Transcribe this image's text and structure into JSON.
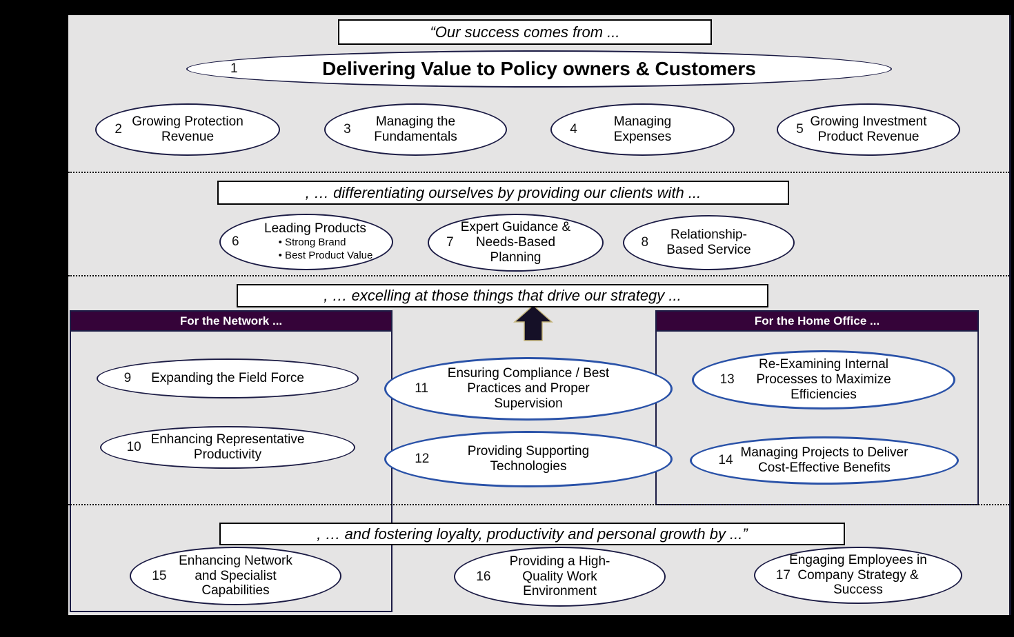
{
  "banners": {
    "success": "“Our success comes from ...",
    "differentiating": ", … differentiating ourselves by providing our clients with ...",
    "excelling": ", … excelling at those things that drive our strategy ...",
    "fostering": ", … and fostering loyalty, productivity and personal growth by ...”"
  },
  "groups": {
    "network": "For the Network ...",
    "home_office": "For the Home Office ..."
  },
  "nodes": [
    {
      "number": "1",
      "label": "Delivering Value to Policy owners & Customers"
    },
    {
      "number": "2",
      "label": "Growing Protection Revenue"
    },
    {
      "number": "3",
      "label": "Managing the Fundamentals"
    },
    {
      "number": "4",
      "label": "Managing Expenses"
    },
    {
      "number": "5",
      "label": "Growing Investment Product Revenue"
    },
    {
      "number": "6",
      "label": "Leading Products",
      "bullets": [
        "•  Strong Brand",
        "•  Best Product Value"
      ]
    },
    {
      "number": "7",
      "label": "Expert Guidance & Needs-Based Planning"
    },
    {
      "number": "8",
      "label": "Relationship-Based Service"
    },
    {
      "number": "9",
      "label": "Expanding the Field Force"
    },
    {
      "number": "10",
      "label": "Enhancing Representative Productivity"
    },
    {
      "number": "11",
      "label": "Ensuring Compliance / Best Practices and Proper Supervision"
    },
    {
      "number": "12",
      "label": "Providing Supporting Technologies"
    },
    {
      "number": "13",
      "label": "Re-Examining Internal Processes to Maximize Efficiencies"
    },
    {
      "number": "14",
      "label": "Managing Projects to Deliver Cost-Effective Benefits"
    },
    {
      "number": "15",
      "label": "Enhancing Network and Specialist Capabilities"
    },
    {
      "number": "16",
      "label": "Providing a High-Quality Work Environment"
    },
    {
      "number": "17",
      "label": "Engaging Employees in Company Strategy & Success"
    }
  ],
  "colors": {
    "ellipse_border_dark": "#1c1c45",
    "ellipse_border_blue": "#2a52a8",
    "group_header_bg": "#350339",
    "canvas_bg": "#e5e4e4",
    "arrow_fill": "#151027",
    "arrow_outline": "#c5b57a"
  }
}
